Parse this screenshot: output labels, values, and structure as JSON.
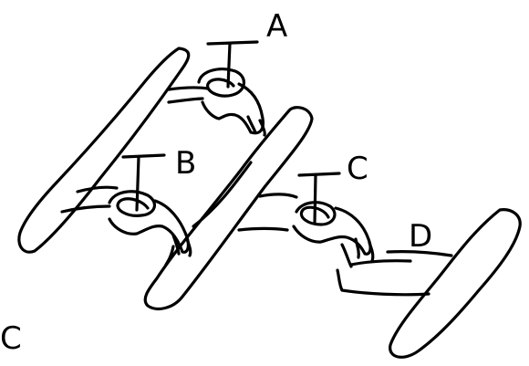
{
  "labels": {
    "tap_a": "A",
    "tap_b": "B",
    "tap_c": "C",
    "tap_d": "D",
    "corner": "C"
  },
  "colors": {
    "ink": "#000000",
    "background": "#ffffff"
  }
}
